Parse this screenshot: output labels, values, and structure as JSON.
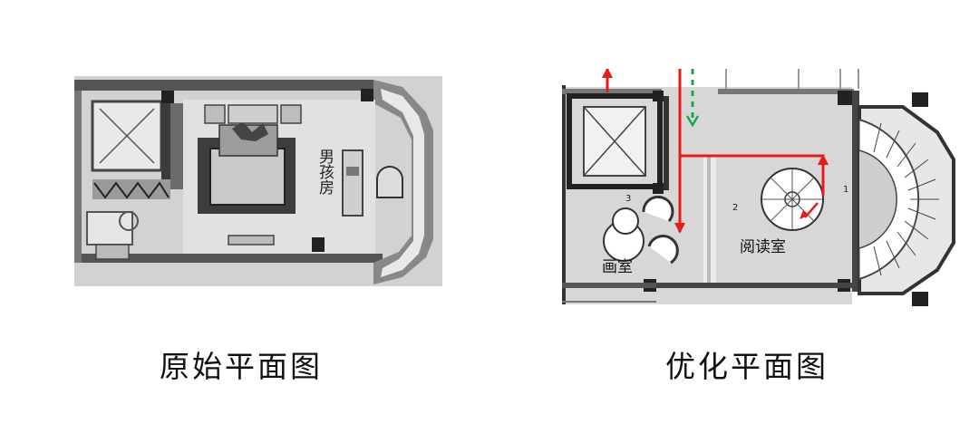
{
  "captions": {
    "original": "原始平面图",
    "optimized": "优化平面图"
  },
  "original_plan": {
    "room_label": "男孩房"
  },
  "optimized_plan": {
    "rooms": {
      "studio": "画室",
      "reading": "阅读室"
    },
    "numbers": {
      "n1": "1",
      "n2": "2",
      "n3": "3"
    }
  },
  "colors": {
    "path_red": "#e51c1c",
    "path_green": "#18a84a",
    "wall_dark": "#2b2b2b"
  }
}
